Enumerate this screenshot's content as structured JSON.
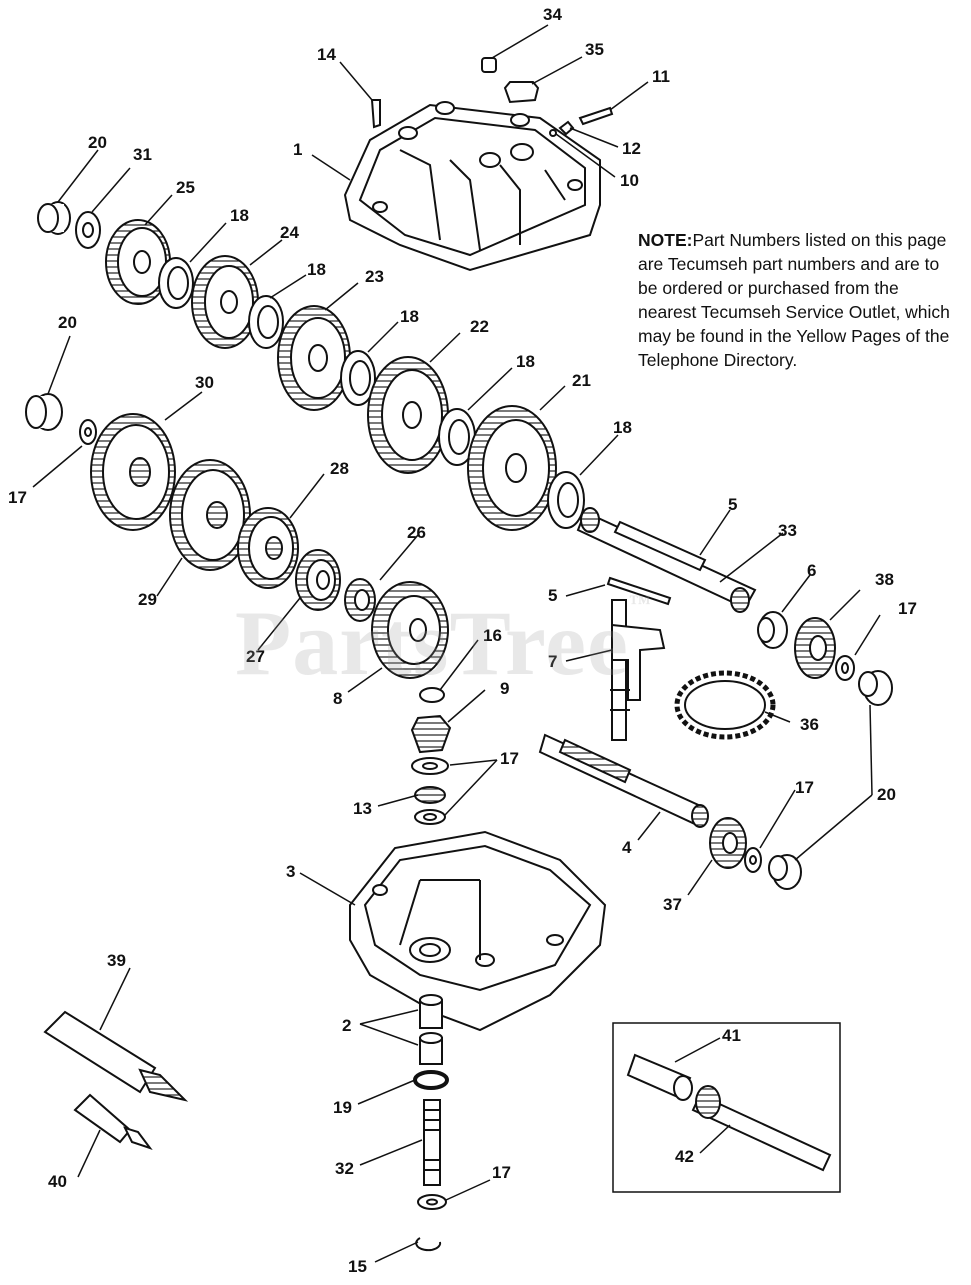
{
  "note": {
    "heading": "NOTE:",
    "text": "Part Numbers listed on this page are Tecumseh part numbers and are to be ordered or purchased from the nearest Tecumseh Service Outlet, which may be found in the Yellow Pages of the Telephone Directory."
  },
  "watermark": {
    "text": "PartsTree",
    "tm": "™"
  },
  "callouts": [
    "34",
    "14",
    "35",
    "11",
    "1",
    "12",
    "10",
    "20",
    "31",
    "25",
    "18",
    "24",
    "18",
    "23",
    "18",
    "22",
    "18",
    "21",
    "18",
    "20",
    "30",
    "17",
    "28",
    "26",
    "5",
    "33",
    "6",
    "38",
    "17",
    "5",
    "16",
    "7",
    "9",
    "36",
    "29",
    "27",
    "8",
    "17",
    "13",
    "20",
    "17",
    "4",
    "3",
    "37",
    "39",
    "2",
    "41",
    "19",
    "42",
    "32",
    "17",
    "40",
    "15"
  ]
}
